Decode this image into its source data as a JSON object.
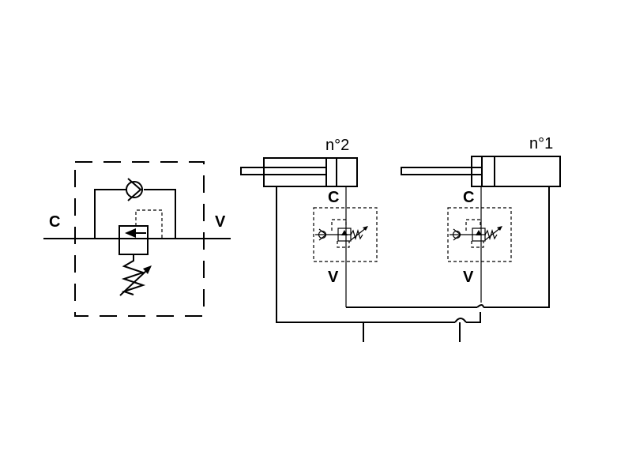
{
  "symbol": {
    "port_left": "C",
    "port_right": "V"
  },
  "cylinders": [
    {
      "label": "n°2",
      "port_top": "C",
      "port_bottom": "V"
    },
    {
      "label": "n°1",
      "port_top": "C",
      "port_bottom": "V"
    }
  ]
}
